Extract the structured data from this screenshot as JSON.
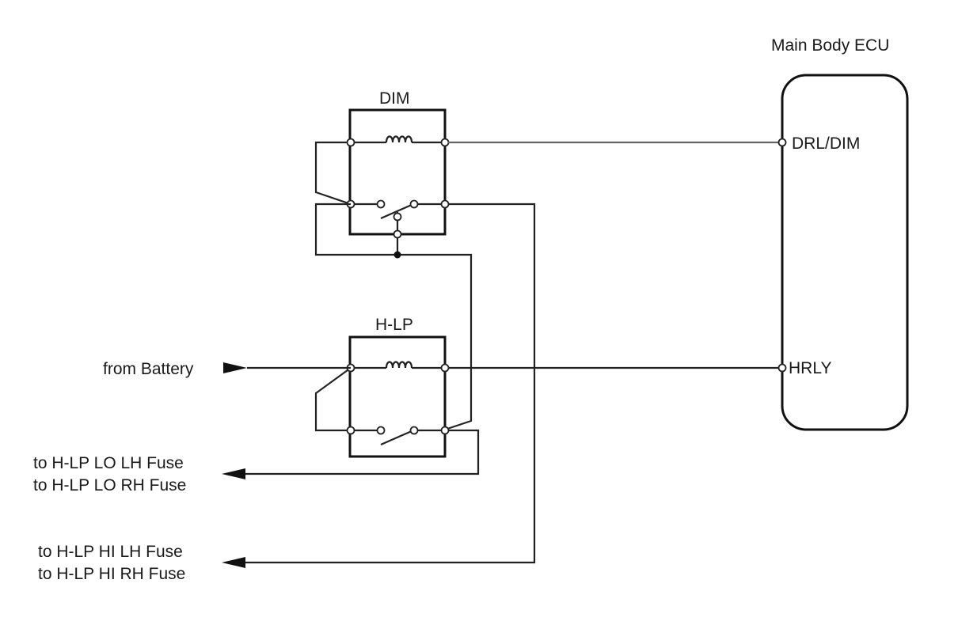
{
  "ecu": {
    "title": "Main Body ECU",
    "pins": {
      "drl_dim": "DRL/DIM",
      "hrly": "HRLY"
    }
  },
  "relays": {
    "dim": {
      "label": "DIM"
    },
    "hlp": {
      "label": "H-LP"
    }
  },
  "connections": {
    "battery": "from Battery",
    "lo_lh": "to H-LP LO LH Fuse",
    "lo_rh": "to H-LP LO RH Fuse",
    "hi_lh": "to H-LP HI LH Fuse",
    "hi_rh": "to H-LP HI RH Fuse"
  }
}
